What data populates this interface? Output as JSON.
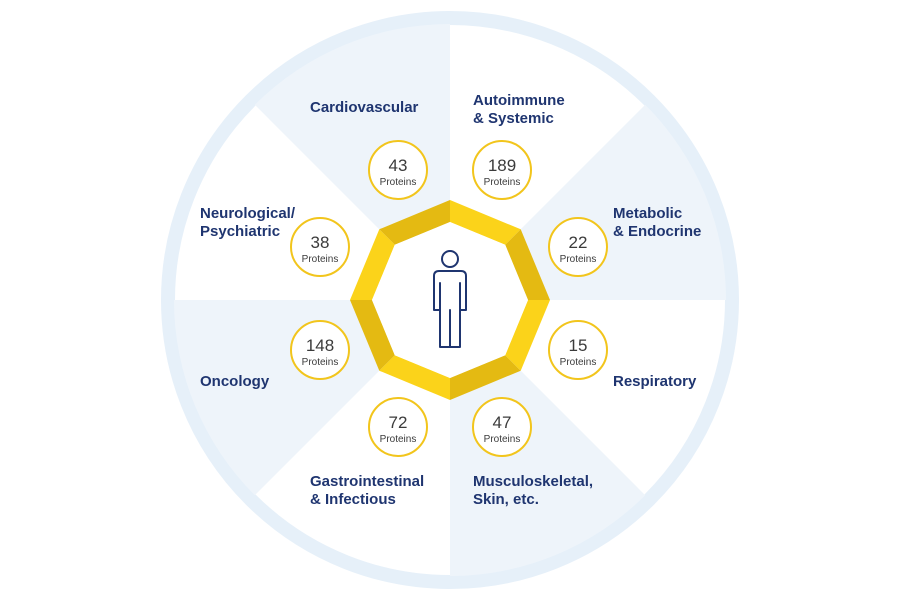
{
  "colors": {
    "ring": "#e6f0f9",
    "sector_fill": "#eef4fa",
    "category_text": "#1f3570",
    "badge_border": "#f2c51c",
    "octagon_light": "#fbd31a",
    "octagon_dark": "#e4ba12",
    "person_stroke": "#1f3570",
    "count_text": "#3b3b3b"
  },
  "center_icon": "person-icon",
  "categories": [
    {
      "id": "cardiovascular",
      "name": [
        "Cardiovascular"
      ],
      "count": "43",
      "unit": "Proteins"
    },
    {
      "id": "autoimmune",
      "name": [
        "Autoimmune",
        "& Systemic"
      ],
      "count": "189",
      "unit": "Proteins"
    },
    {
      "id": "metabolic",
      "name": [
        "Metabolic",
        "& Endocrine"
      ],
      "count": "22",
      "unit": "Proteins"
    },
    {
      "id": "respiratory",
      "name": [
        "Respiratory"
      ],
      "count": "15",
      "unit": "Proteins"
    },
    {
      "id": "musculoskeletal",
      "name": [
        "Musculoskeletal,",
        "Skin, etc."
      ],
      "count": "47",
      "unit": "Proteins"
    },
    {
      "id": "gastrointestinal",
      "name": [
        "Gastrointestinal",
        "& Infectious"
      ],
      "count": "72",
      "unit": "Proteins"
    },
    {
      "id": "oncology",
      "name": [
        "Oncology"
      ],
      "count": "148",
      "unit": "Proteins"
    },
    {
      "id": "neurological",
      "name": [
        "Neurological/",
        "Psychiatric"
      ],
      "count": "38",
      "unit": "Proteins"
    }
  ]
}
